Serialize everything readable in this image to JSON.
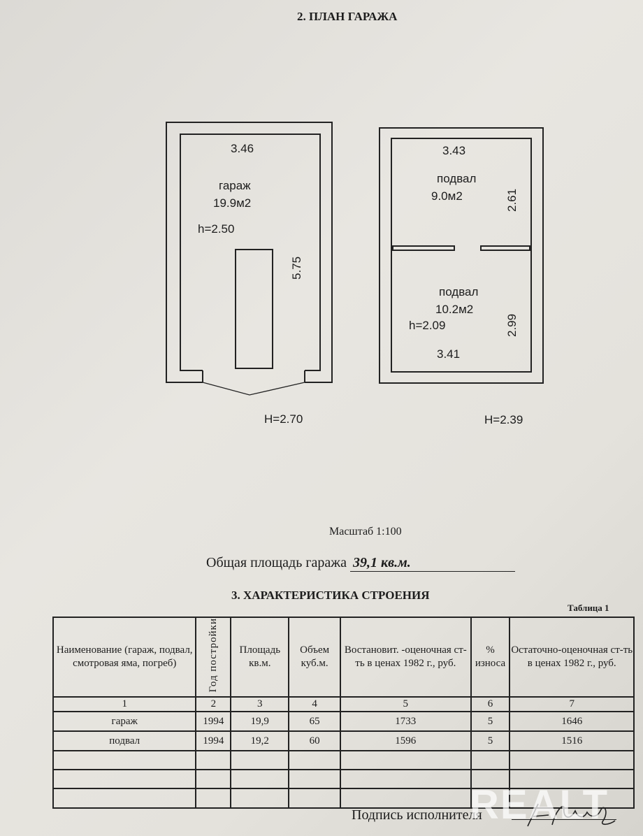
{
  "section2_title": "2. ПЛАН ГАРАЖА",
  "garage_plan": {
    "width_label": "3.46",
    "room_name": "гараж",
    "room_area": "19.9м2",
    "inner_height": "h=2.50",
    "length_label": "5.75",
    "outer_height": "H=2.70"
  },
  "basement_plan": {
    "top_width": "3.43",
    "room1_name": "подвал",
    "room1_area": "9.0м2",
    "room1_length": "2.61",
    "room2_name": "подвал",
    "room2_area": "10.2м2",
    "inner_height": "h=2.09",
    "room2_length": "2.99",
    "bottom_width": "3.41",
    "outer_height": "H=2.39"
  },
  "scale": "Масштаб 1:100",
  "total_area_label": "Общая площадь гаража",
  "total_area_value": "39,1 кв.м.",
  "section3_title": "3. ХАРАКТЕРИСТИКА СТРОЕНИЯ",
  "table_caption": "Таблица 1",
  "table": {
    "headers": [
      "Наименование (гараж, подвал, смотровая яма, погреб)",
      "Год постройки",
      "Площадь кв.м.",
      "Объем куб.м.",
      "Востановит. -оценочная ст-ть в ценах 1982 г., руб.",
      "% износа",
      "Остаточно-оценочная ст-ть в ценах 1982 г., руб."
    ],
    "numbers": [
      "1",
      "2",
      "3",
      "4",
      "5",
      "6",
      "7"
    ],
    "rows": [
      [
        "гараж",
        "1994",
        "19,9",
        "65",
        "1733",
        "5",
        "1646"
      ],
      [
        "подвал",
        "1994",
        "19,2",
        "60",
        "1596",
        "5",
        "1516"
      ]
    ]
  },
  "signature_label": "Подпись исполнителя",
  "watermark": "REALT"
}
